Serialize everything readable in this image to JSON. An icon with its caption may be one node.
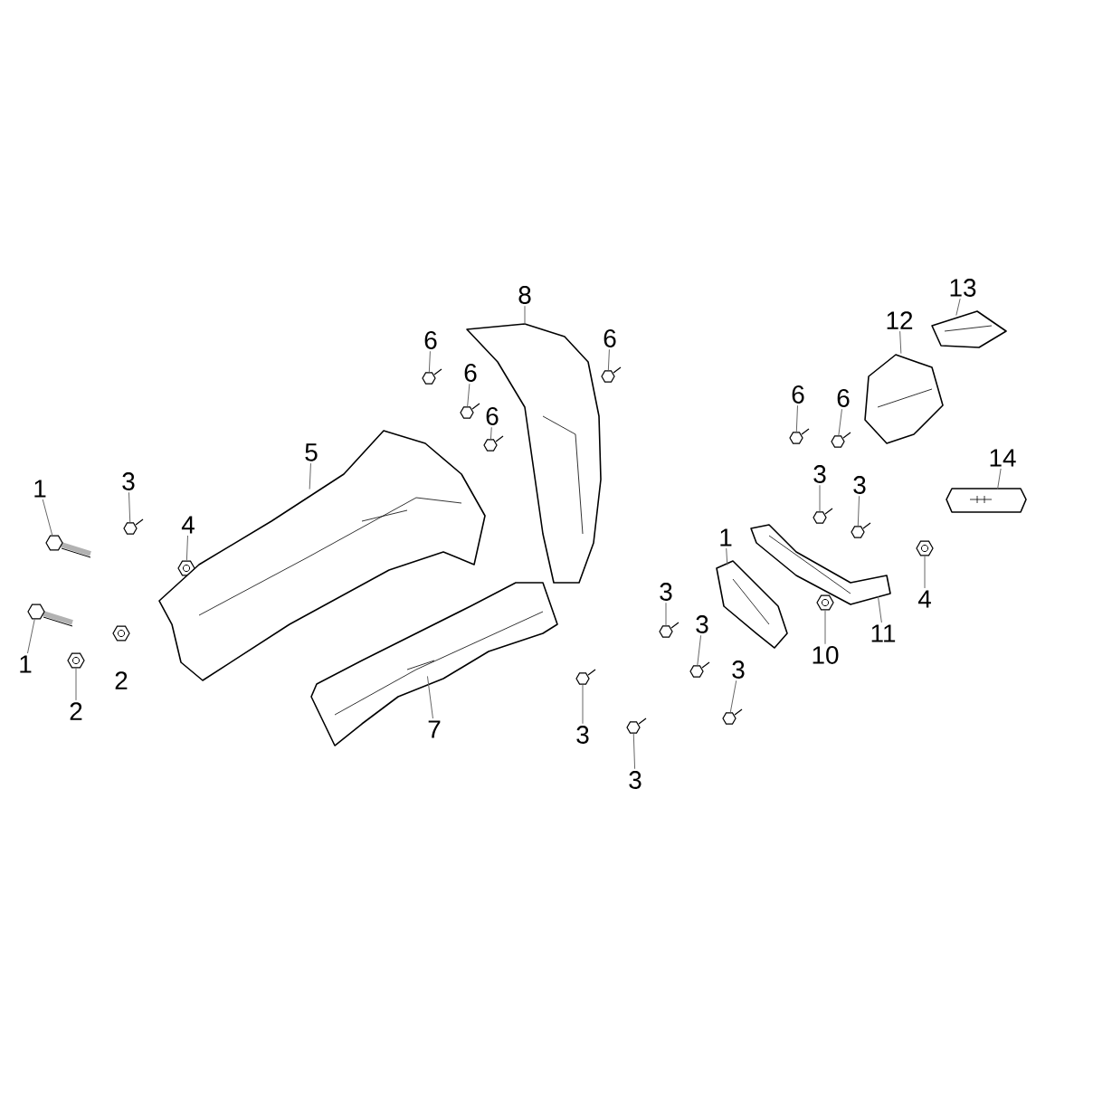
{
  "diagram": {
    "nodes": [
      {
        "text": [
          "1"
        ]
      },
      {
        "text": [],
        "shape": "picture"
      },
      {
        "text": [
          "3"
        ]
      },
      {
        "text": [],
        "shape": "picture"
      },
      {
        "text": [
          "4"
        ]
      },
      {
        "text": [],
        "shape": "picture"
      },
      {
        "text": [
          "5"
        ]
      },
      {
        "text": [],
        "shape": "picture"
      },
      {
        "text": [
          "6"
        ]
      },
      {
        "text": [],
        "shape": "picture"
      },
      {
        "text": [
          "6"
        ]
      },
      {
        "text": [],
        "shape": "picture"
      },
      {
        "text": [
          "6"
        ]
      },
      {
        "text": [],
        "shape": "picture"
      },
      {
        "text": [
          "8"
        ]
      },
      {
        "text": [],
        "shape": "picture"
      },
      {
        "text": [
          "6"
        ]
      },
      {
        "text": [],
        "shape": "picture"
      },
      {
        "text": [
          "12"
        ]
      },
      {
        "text": [],
        "shape": "picture"
      },
      {
        "text": [
          "13"
        ]
      },
      {
        "text": [],
        "shape": "picture"
      },
      {
        "text": [
          "6"
        ]
      },
      {
        "text": [],
        "shape": "picture"
      },
      {
        "text": [
          "6"
        ]
      },
      {
        "text": [],
        "shape": "picture"
      },
      {
        "text": [
          "14"
        ]
      },
      {
        "text": [],
        "shape": "picture"
      },
      {
        "text": [
          "3"
        ]
      },
      {
        "text": [],
        "shape": "picture"
      },
      {
        "text": [
          "3"
        ]
      },
      {
        "text": [],
        "shape": "picture"
      },
      {
        "text": [
          "1"
        ]
      },
      {
        "text": [],
        "shape": "picture"
      },
      {
        "text": [
          "4"
        ]
      },
      {
        "text": [],
        "shape": "picture"
      },
      {
        "text": [
          "11"
        ]
      },
      {
        "text": [],
        "shape": "picture"
      },
      {
        "text": [
          "10"
        ]
      },
      {
        "text": [],
        "shape": "picture"
      },
      {
        "text": [
          "3"
        ]
      },
      {
        "text": [],
        "shape": "picture"
      },
      {
        "text": [
          "3"
        ]
      },
      {
        "text": [],
        "shape": "picture"
      },
      {
        "text": [
          "3"
        ]
      },
      {
        "text": [],
        "shape": "picture"
      },
      {
        "text": [
          "3"
        ]
      },
      {
        "text": [],
        "shape": "picture"
      },
      {
        "text": [
          "3"
        ]
      },
      {
        "text": [],
        "shape": "picture"
      },
      {
        "text": [
          "7"
        ]
      },
      {
        "text": [],
        "shape": "picture"
      },
      {
        "text": [
          "1"
        ]
      },
      {
        "text": [],
        "shape": "picture"
      },
      {
        "text": [
          "2"
        ]
      },
      {
        "text": [],
        "shape": "picture"
      },
      {
        "text": [
          "2"
        ]
      },
      {
        "text": [],
        "shape": "picture"
      }
    ],
    "edges": [
      {
        "from": 0,
        "to": 1,
        "arrow": "none"
      },
      {
        "from": 2,
        "to": 3,
        "arrow": "none"
      },
      {
        "from": 4,
        "to": 5,
        "arrow": "none"
      },
      {
        "from": 6,
        "to": 7,
        "arrow": "none"
      },
      {
        "from": 8,
        "to": 9,
        "arrow": "none"
      },
      {
        "from": 10,
        "to": 11,
        "arrow": "none"
      },
      {
        "from": 12,
        "to": 13,
        "arrow": "none"
      },
      {
        "from": 14,
        "to": 15,
        "arrow": "none"
      },
      {
        "from": 16,
        "to": 17,
        "arrow": "none"
      },
      {
        "from": 18,
        "to": 19,
        "arrow": "none"
      },
      {
        "from": 20,
        "to": 21,
        "arrow": "none"
      },
      {
        "from": 22,
        "to": 23,
        "arrow": "none"
      },
      {
        "from": 24,
        "to": 25,
        "arrow": "none"
      },
      {
        "from": 26,
        "to": 27,
        "arrow": "none"
      },
      {
        "from": 28,
        "to": 29,
        "arrow": "none"
      },
      {
        "from": 30,
        "to": 31,
        "arrow": "none"
      },
      {
        "from": 32,
        "to": 33,
        "arrow": "none"
      },
      {
        "from": 34,
        "to": 35,
        "arrow": "none"
      },
      {
        "from": 36,
        "to": 37,
        "arrow": "none"
      },
      {
        "from": 38,
        "to": 39,
        "arrow": "none"
      },
      {
        "from": 40,
        "to": 41,
        "arrow": "none"
      },
      {
        "from": 42,
        "to": 43,
        "arrow": "none"
      },
      {
        "from": 44,
        "to": 45,
        "arrow": "none"
      },
      {
        "from": 46,
        "to": 47,
        "arrow": "none"
      },
      {
        "from": 48,
        "to": 49,
        "arrow": "none"
      },
      {
        "from": 50,
        "to": 51,
        "arrow": "none"
      },
      {
        "from": 52,
        "to": 53,
        "arrow": "none"
      },
      {
        "from": 54,
        "to": 55,
        "arrow": "none"
      }
    ]
  }
}
